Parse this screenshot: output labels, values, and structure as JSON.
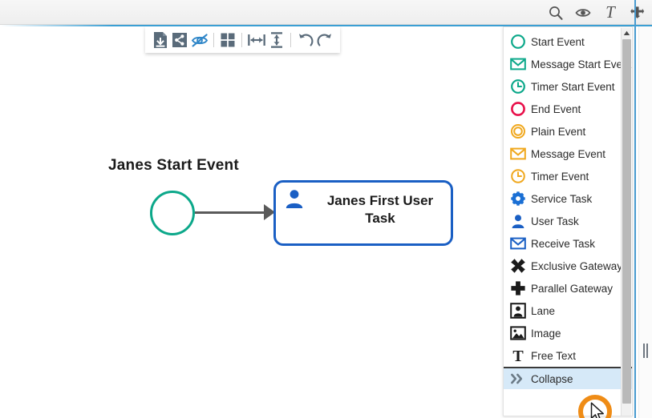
{
  "header": {
    "icons": [
      {
        "name": "search-icon",
        "label": "Search"
      },
      {
        "name": "eye-icon",
        "label": "Visibility"
      },
      {
        "name": "text-icon",
        "label": "Text",
        "glyph": "T"
      },
      {
        "name": "move-icon",
        "label": "Move"
      }
    ],
    "accent_color": "#3a9fd4"
  },
  "toolbar": {
    "buttons": [
      {
        "name": "save-file-button",
        "label": "Save"
      },
      {
        "name": "share-button",
        "label": "Share"
      },
      {
        "name": "hide-visibility-button",
        "label": "Hide"
      },
      {
        "name": "grid-layout-button",
        "label": "Layout"
      },
      {
        "name": "align-horizontal-button",
        "label": "Distribute Horizontally"
      },
      {
        "name": "align-vertical-button",
        "label": "Distribute Vertically"
      },
      {
        "name": "undo-button",
        "label": "Undo"
      },
      {
        "name": "redo-button",
        "label": "Redo"
      }
    ]
  },
  "diagram": {
    "start_event": {
      "label": "Janes Start Event",
      "color": "#0ca88a"
    },
    "user_task": {
      "label": "Janes First User Task",
      "color": "#1a5fc4"
    },
    "connector": {
      "color": "#5a5a5a"
    }
  },
  "palette": {
    "items": [
      {
        "icon": "start-event-icon",
        "label": "Start Event",
        "color": "#0ca88a",
        "selected": false
      },
      {
        "icon": "message-start-event-icon",
        "label": "Message Start Event",
        "color": "#0ca88a",
        "selected": false
      },
      {
        "icon": "timer-start-event-icon",
        "label": "Timer Start Event",
        "color": "#0ca88a",
        "selected": false
      },
      {
        "icon": "end-event-icon",
        "label": "End Event",
        "color": "#e8104a",
        "selected": false
      },
      {
        "icon": "plain-event-icon",
        "label": "Plain Event",
        "color": "#f0a81e",
        "selected": false
      },
      {
        "icon": "message-event-icon",
        "label": "Message Event",
        "color": "#f0a81e",
        "selected": false
      },
      {
        "icon": "timer-event-icon",
        "label": "Timer Event",
        "color": "#f0a81e",
        "selected": false
      },
      {
        "icon": "service-task-icon",
        "label": "Service Task",
        "color": "#1a6fd4",
        "selected": false
      },
      {
        "icon": "user-task-icon",
        "label": "User Task",
        "color": "#1a5fc4",
        "selected": false
      },
      {
        "icon": "receive-task-icon",
        "label": "Receive Task",
        "color": "#1a5fc4",
        "selected": false
      },
      {
        "icon": "exclusive-gateway-icon",
        "label": "Exclusive Gateway",
        "color": "#1a1a1a",
        "selected": false
      },
      {
        "icon": "parallel-gateway-icon",
        "label": "Parallel Gateway",
        "color": "#1a1a1a",
        "selected": false
      },
      {
        "icon": "lane-icon",
        "label": "Lane",
        "color": "#1a1a1a",
        "selected": false
      },
      {
        "icon": "image-icon",
        "label": "Image",
        "color": "#1a1a1a",
        "selected": false
      },
      {
        "icon": "free-text-icon",
        "label": "Free Text",
        "color": "#1a1a1a",
        "selected": false
      },
      {
        "icon": "collapse-icon",
        "label": "Collapse",
        "color": "#6b7a86",
        "selected": true
      }
    ],
    "highlight_color": "#d6e9f8"
  },
  "cursor": {
    "ring_color": "#ef8c16"
  }
}
